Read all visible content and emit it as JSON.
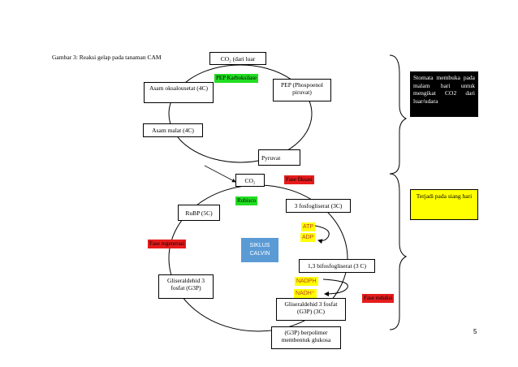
{
  "figure": {
    "caption": "Gambar 3: Reaksi gelap pada tanaman  CAM",
    "page_number": "5"
  },
  "cam_cycle": {
    "co2_outside": "CO₂ (dari luar",
    "enzyme_pep_carboxylase": "PEP Karboksilase",
    "pep": "PEP (Phospoenol piruvat)",
    "oxaloacetate": "Asam oksalousetat (4C)",
    "malate": "Asam malat (4C)",
    "pyruvate": "Pyruvat"
  },
  "calvin_cycle": {
    "co2": "CO₂",
    "phase_fixation": "Fase fiksasi",
    "rubisco": "Rubisco",
    "pga": "3 fosfogliserat (3C)",
    "atp": "ATP",
    "adp": "ADP",
    "rubp": "RuBP (5C)",
    "phase_regeneration": "Fase regenerasi",
    "center_label": "SIKLUS CALVIN",
    "bpg": "1,3 bifosfogliserat  (3 C)",
    "nadph": "NADPH",
    "nadp": "NADH⁺",
    "g3p_1": "Gliseraldehid  3 fosfat (G3P)",
    "phase_reduction": "Fase reduksi",
    "g3p_2": "Gliseraldehid  3 fosfat (G3P) (3C)",
    "polymer": "(G3P) berpolimer membentuk glukosa"
  },
  "notes": {
    "night": "Stomata membuka pada malam hari untuk mengikat CO2 dari luar/udara",
    "day": "Terjadi pada siang hari"
  },
  "colors": {
    "enzyme_green": "#22dd22",
    "phase_red": "#e61c1c",
    "atp_yellow": "#ffff00",
    "calvin_blue": "#5b9bd5",
    "night_black": "#000000",
    "day_yellow": "#ffff00"
  }
}
